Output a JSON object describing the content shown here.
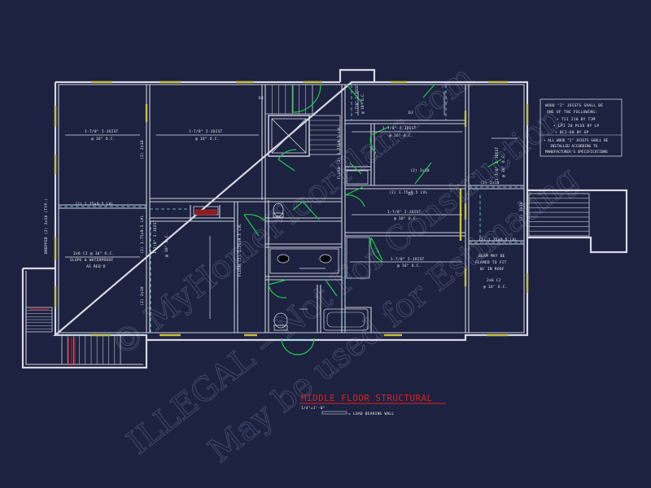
{
  "drawing": {
    "title": "MIDDLE FLOOR STRUCTURAL",
    "scale": "1/4\"=1'-0\"",
    "legend_label": "= LOAD BEARING WALL"
  },
  "notes": {
    "wood_i_joists": [
      "WOOD \"I\" JOISTS SHALL BE",
      "ONE OF THE FOLLOWING:",
      "• TJI 210 BY TJM",
      "• LPI 20 PLUS BY LP",
      "• BCI-60 BY GP",
      "• ALL WOOD \"I\" JOISTS SHALL BE",
      "INSTALLED ACCORDING TO",
      "MANUFACTURER'S SPECIFICATIONS"
    ],
    "beam": [
      "BEAM MAY BE",
      "FLAMED TO FIT",
      "W/ IN ROOF"
    ]
  },
  "labels": {
    "joist_a": [
      "1-7/8\" I-JOIST",
      "@ 16\" O.C."
    ],
    "joist_b": [
      "1-7/8\" I-JOIST",
      "@ 16\" O.C."
    ],
    "joist_c": [
      "1-7/8\" I-JOIST",
      "@ 16\" O.C."
    ],
    "joist_d": [
      "1-7/8\" I-JOIST",
      "@ 16\" O.C."
    ],
    "joist_e": [
      "1-7/8\" I-JOIST",
      "@ 16\" O.C."
    ],
    "joist_f": [
      "1-7/8\" I-JOIST",
      "@ 16\" O.C."
    ],
    "joist_g": [
      "1-7/8\" I-JOIST",
      "@ 16\" O.C."
    ],
    "joist_h": [
      "1-7/8\" I-JOIST",
      "@ 16\" O.C."
    ],
    "porch_joists": [
      "2x6 CJ @ 16\" O.C.",
      "SLOPE & WATERPROOF",
      "AS REQ'D"
    ],
    "right_cj": [
      "2x6 CJ",
      "@ 16\" O.C."
    ],
    "lvl_left": "(2) 1.75x9.5 LVL",
    "lvl_left_v": "(2) 1.75x9.5 LVL",
    "lvl_mid": "(2) 1.75x9.5 LVL",
    "lvl_right": "(2) 1.75x9.5 LVL",
    "dropped": "DROPPED (2) 2x10 (TYP.)",
    "two_by_ten_a": "(2) 2x10",
    "two_by_ten_b": "(2) 2x10",
    "two_by_ten_c": "(2) 2x10",
    "two_by_ten_d": "(2) 2x10",
    "two_by_ten_e": "(2) 2x10",
    "dj_1": "DJ",
    "dj_2": "DJ",
    "dj_3": "DJ",
    "flush_beam": "FLUSH (2) 1.75x9.5 LVL",
    "flush_beam_b": "FLUSH (2) 1.75x9.5 LVL"
  },
  "watermark": {
    "line1": "© MyHomeFloorPlans.com",
    "line2": "ILLEGAL – Not For Construction",
    "line3": "May be used for Estimating"
  },
  "colors": {
    "background": "#1c2240",
    "title_red": "#e02020",
    "door_green": "#22c84a",
    "window_yellow": "#c8c040",
    "beam_cyan": "#7dd8e8"
  }
}
